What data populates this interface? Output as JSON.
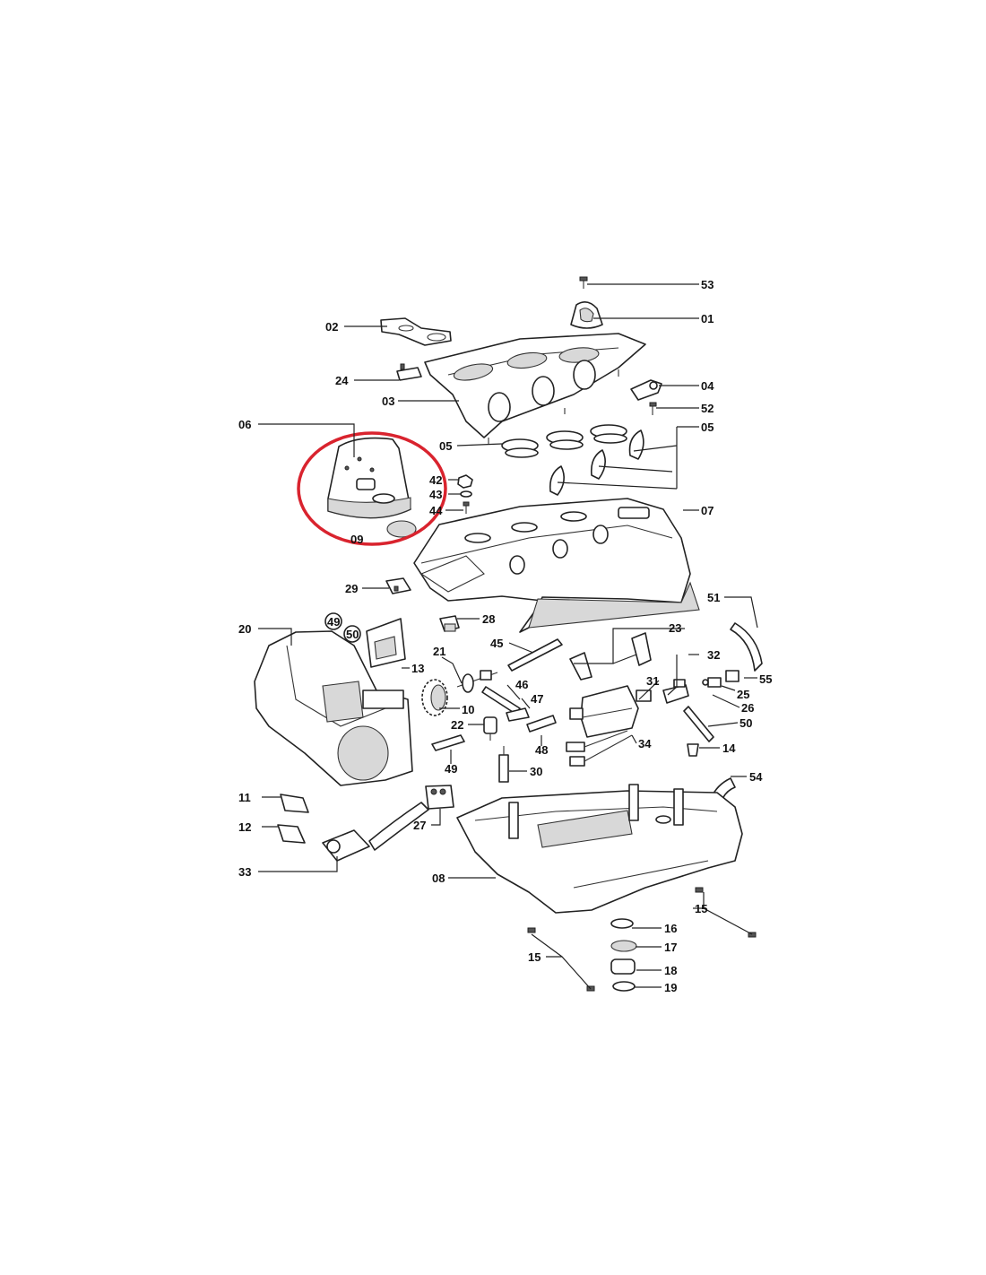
{
  "labels": {
    "p01": "01",
    "p02": "02",
    "p03": "03",
    "p04": "04",
    "p05a": "05",
    "p05b": "05",
    "p06": "06",
    "p07": "07",
    "p08": "08",
    "p09": "09",
    "p10": "10",
    "p11": "11",
    "p12": "12",
    "p13": "13",
    "p14": "14",
    "p15a": "15",
    "p15b": "15",
    "p16": "16",
    "p17": "17",
    "p18": "18",
    "p19": "19",
    "p20": "20",
    "p21": "21",
    "p22": "22",
    "p23": "23",
    "p24": "24",
    "p25": "25",
    "p26": "26",
    "p27": "27",
    "p28": "28",
    "p29": "29",
    "p30": "30",
    "p31": "31",
    "p32": "32",
    "p33": "33",
    "p34": "34",
    "p42": "42",
    "p43": "43",
    "p44": "44",
    "p45": "45",
    "p46": "46",
    "p47": "47",
    "p48": "48",
    "p49": "49",
    "p49b": "49",
    "p50": "50",
    "p50b": "50",
    "p51": "51",
    "p52": "52",
    "p53": "53",
    "p54": "54",
    "p55": "55"
  },
  "colors": {
    "highlight": "#d9232e",
    "line": "#222222"
  }
}
